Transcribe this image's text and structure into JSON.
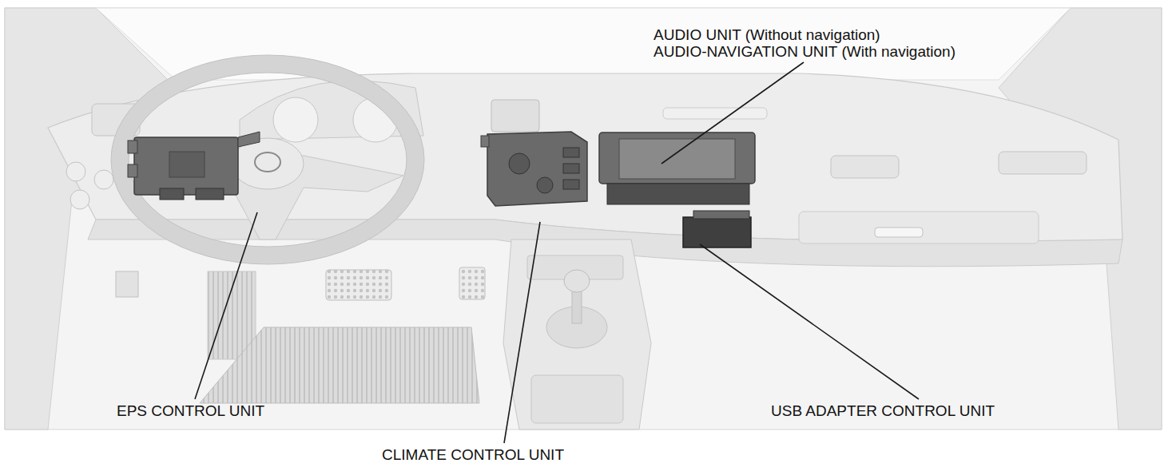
{
  "diagram": {
    "labels": [
      "AUDIO UNIT (Without navigation)",
      "AUDIO-NAVIGATION UNIT (With navigation)",
      "EPS CONTROL UNIT",
      "CLIMATE CONTROL UNIT",
      "USB ADAPTER CONTROL UNIT"
    ]
  }
}
